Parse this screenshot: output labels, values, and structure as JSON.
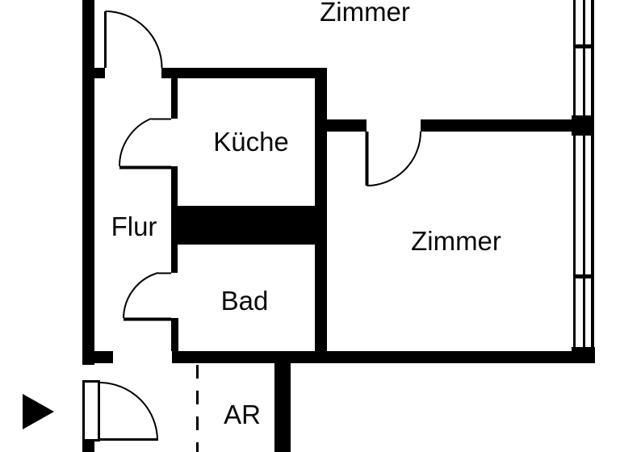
{
  "plan": {
    "type": "apartment-floor-plan",
    "background_color": "#ffffff",
    "wall_color": "#000000",
    "text_color": "#0a0a0a",
    "rooms": [
      {
        "id": "zimmer-top",
        "label": "Zimmer"
      },
      {
        "id": "kueche",
        "label": "Küche"
      },
      {
        "id": "flur",
        "label": "Flur"
      },
      {
        "id": "zimmer-right",
        "label": "Zimmer"
      },
      {
        "id": "bad",
        "label": "Bad"
      },
      {
        "id": "ar",
        "label": "AR"
      }
    ],
    "icons": {
      "entrance_marker": "right-pointing-triangle"
    }
  }
}
